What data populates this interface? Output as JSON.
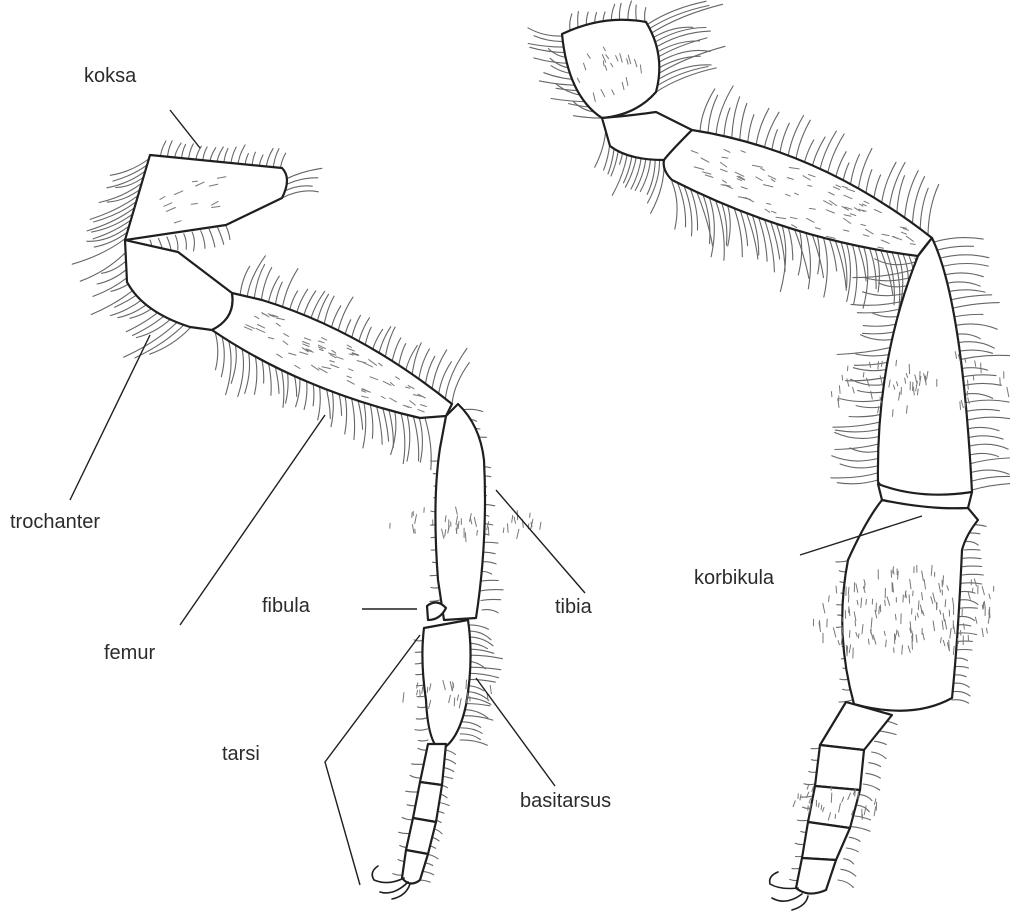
{
  "diagram": {
    "labels": {
      "koksa": "koksa",
      "trochanter": "trochanter",
      "femur": "femur",
      "fibula": "fibula",
      "tibia": "tibia",
      "tarsi": "tarsi",
      "basitarsus": "basitarsus",
      "korbikula": "korbikula"
    }
  }
}
